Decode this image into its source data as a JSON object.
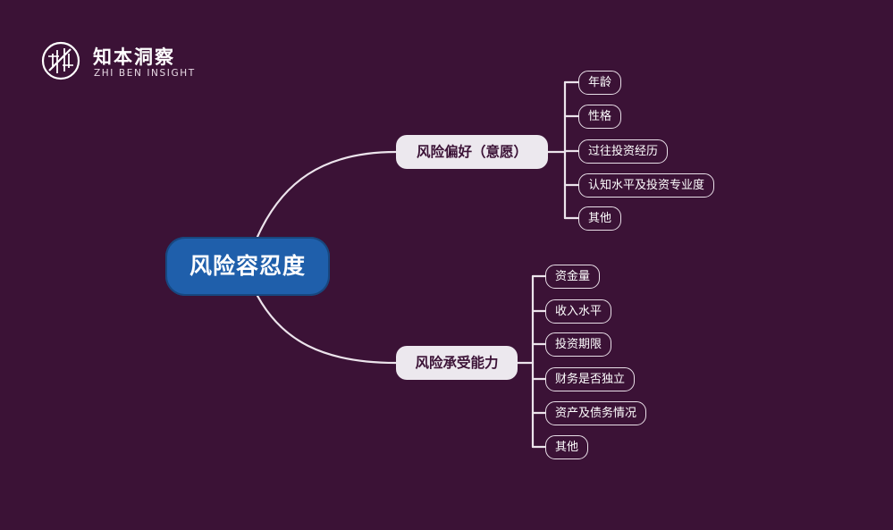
{
  "logo": {
    "name_cn": "知本洞察",
    "name_en": "ZHI BEN INSIGHT"
  },
  "diagram": {
    "root": "风险容忍度",
    "branches": [
      {
        "label": "风险偏好（意愿）",
        "children": [
          "年龄",
          "性格",
          "过往投资经历",
          "认知水平及投资专业度",
          "其他"
        ]
      },
      {
        "label": "风险承受能力",
        "children": [
          "资金量",
          "收入水平",
          "投资期限",
          "财务是否独立",
          "资产及债务情况",
          "其他"
        ]
      }
    ]
  },
  "colors": {
    "background": "#3b1236",
    "root_fill": "#1f5fab",
    "branch_fill": "#ece8ee",
    "line": "#ece4ec"
  }
}
